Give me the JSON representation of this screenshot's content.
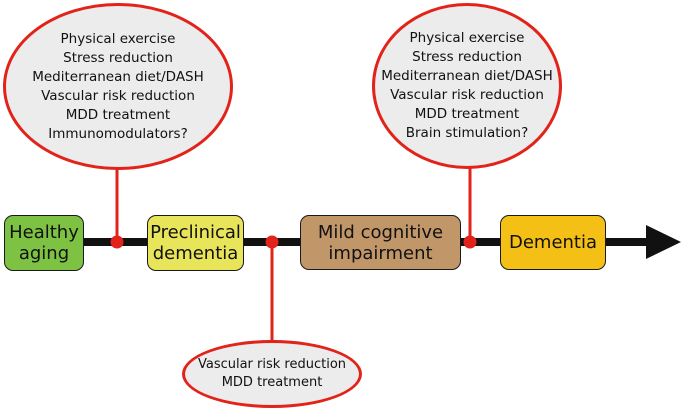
{
  "colors": {
    "connector": "#e2231a",
    "bubble_fill": "#ececec",
    "timeline": "#111111"
  },
  "stages": [
    {
      "lines": [
        "Healthy",
        "aging"
      ],
      "color": "#7dc243"
    },
    {
      "lines": [
        "Preclinical",
        "dementia"
      ],
      "color": "#e8e55a"
    },
    {
      "lines": [
        "Mild cognitive",
        "impairment"
      ],
      "color": "#c1976a"
    },
    {
      "lines": [
        "Dementia"
      ],
      "color": "#f5c015"
    }
  ],
  "interventions": {
    "early": [
      "Physical exercise",
      "Stress reduction",
      "Mediterranean diet/DASH",
      "Vascular risk reduction",
      "MDD treatment",
      "Immunomodulators?"
    ],
    "mci": [
      "Physical exercise",
      "Stress reduction",
      "Mediterranean diet/DASH",
      "Vascular risk reduction",
      "MDD treatment",
      "Brain stimulation?"
    ],
    "preclinical": [
      "Vascular risk reduction",
      "MDD treatment"
    ]
  }
}
